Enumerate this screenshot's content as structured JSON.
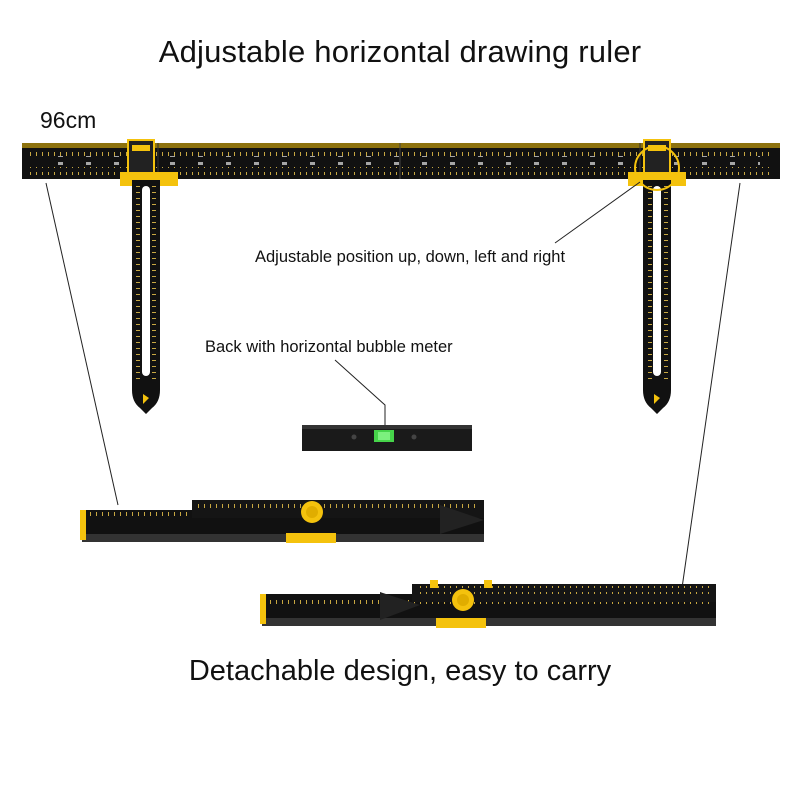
{
  "title": "Adjustable horizontal drawing ruler",
  "length_label": "96cm",
  "callouts": {
    "adjustable": "Adjustable position up, down, left and right",
    "bubble": "Back with horizontal bubble meter"
  },
  "footer": "Detachable design, easy to carry",
  "colors": {
    "ruler_body": "#111111",
    "accent": "#f4c20d",
    "bubble": "#46d44a",
    "markings": "#e8c24a"
  }
}
